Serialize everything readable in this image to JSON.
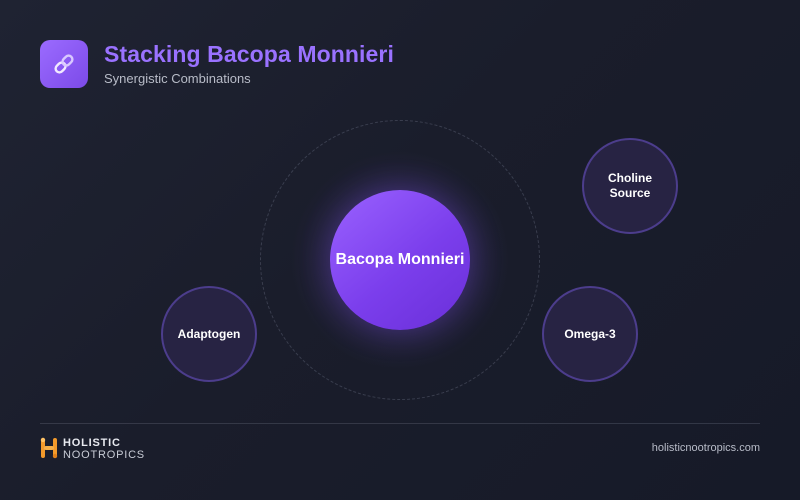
{
  "header": {
    "icon": "link-chain-icon",
    "title": "Stacking Bacopa Monnieri",
    "subtitle": "Synergistic Combinations"
  },
  "diagram": {
    "center": "Bacopa Monnieri",
    "nodes": [
      {
        "id": "choline",
        "label": "Choline\nSource"
      },
      {
        "id": "adaptogen",
        "label": "Adaptogen"
      },
      {
        "id": "omega",
        "label": "Omega-3"
      }
    ]
  },
  "footer": {
    "logo_icon": "holistic-h-logo-icon",
    "brand_line1": "HOLISTIC",
    "brand_line2": "NOOTROPICS",
    "url": "holisticnootropics.com"
  },
  "colors": {
    "accent": "#9a72ff",
    "center_fill": "#7b3eec",
    "node_fill": "#272343",
    "node_border": "#4c3d8c",
    "logo_orange": "#f39a2b",
    "background": "#1c1f2d"
  }
}
